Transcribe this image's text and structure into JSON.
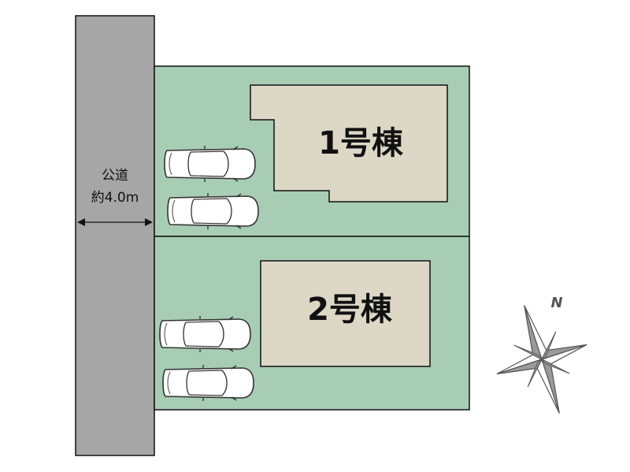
{
  "road": {
    "label_line1": "公道",
    "label_line2": "約4.0m"
  },
  "lots": [
    {
      "building_label": "1号棟",
      "parking_spaces": 2
    },
    {
      "building_label": "2号棟",
      "parking_spaces": 2
    }
  ],
  "compass": {
    "north_label": "N"
  },
  "colors": {
    "road": "#a6a6a6",
    "lot": "#a8cdb5",
    "building": "#ddd8c6",
    "outline": "#111111",
    "compass": "#9a9a9a"
  }
}
